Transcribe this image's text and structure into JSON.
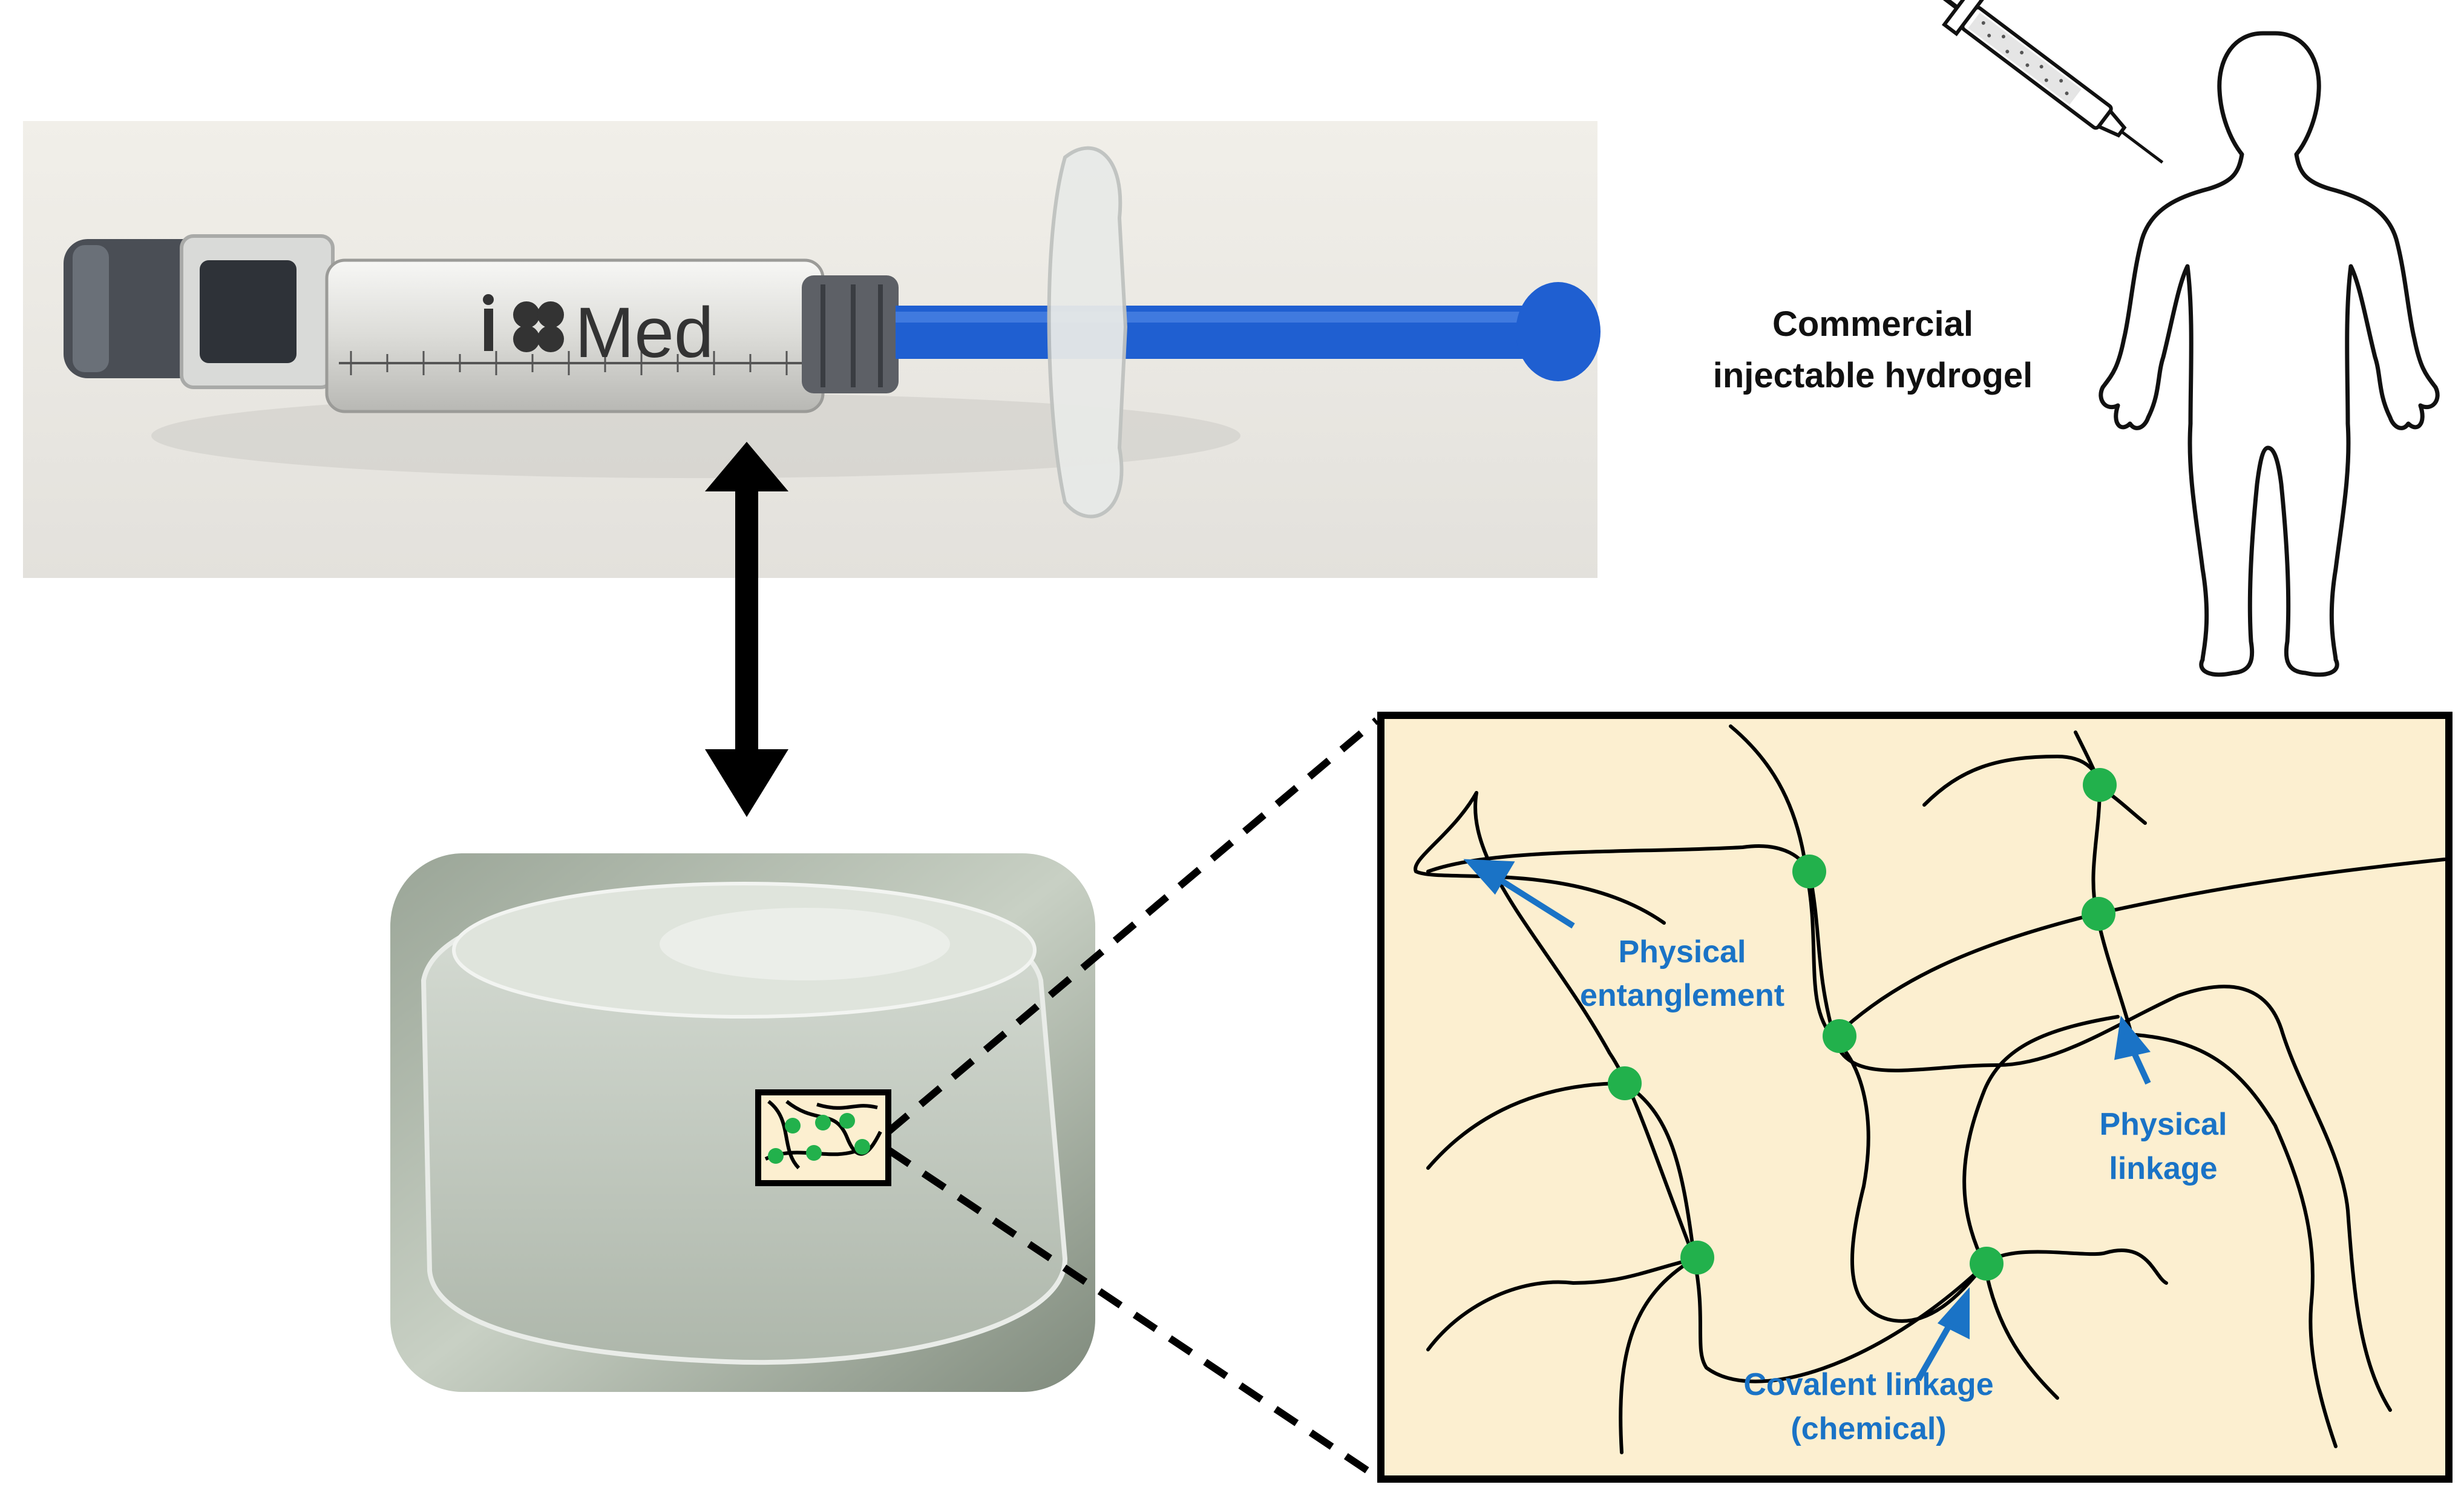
{
  "figure": {
    "brand_text": "Med",
    "commercial_label": {
      "line1": "Commercial",
      "line2": "injectable hydrogel"
    },
    "annotations": {
      "physical_entanglement": {
        "line1": "Physical",
        "line2": "entanglement"
      },
      "physical_linkage": {
        "line1": "Physical",
        "line2": "linkage"
      },
      "covalent_linkage": {
        "line1": "Covalent linkage",
        "line2": "(chemical)"
      }
    },
    "colors": {
      "network_bg": "#fcefd0",
      "crosslink": "#22b14c",
      "arrow_blue": "#1a73c6",
      "plunger_blue": "#1f5fd1"
    }
  }
}
